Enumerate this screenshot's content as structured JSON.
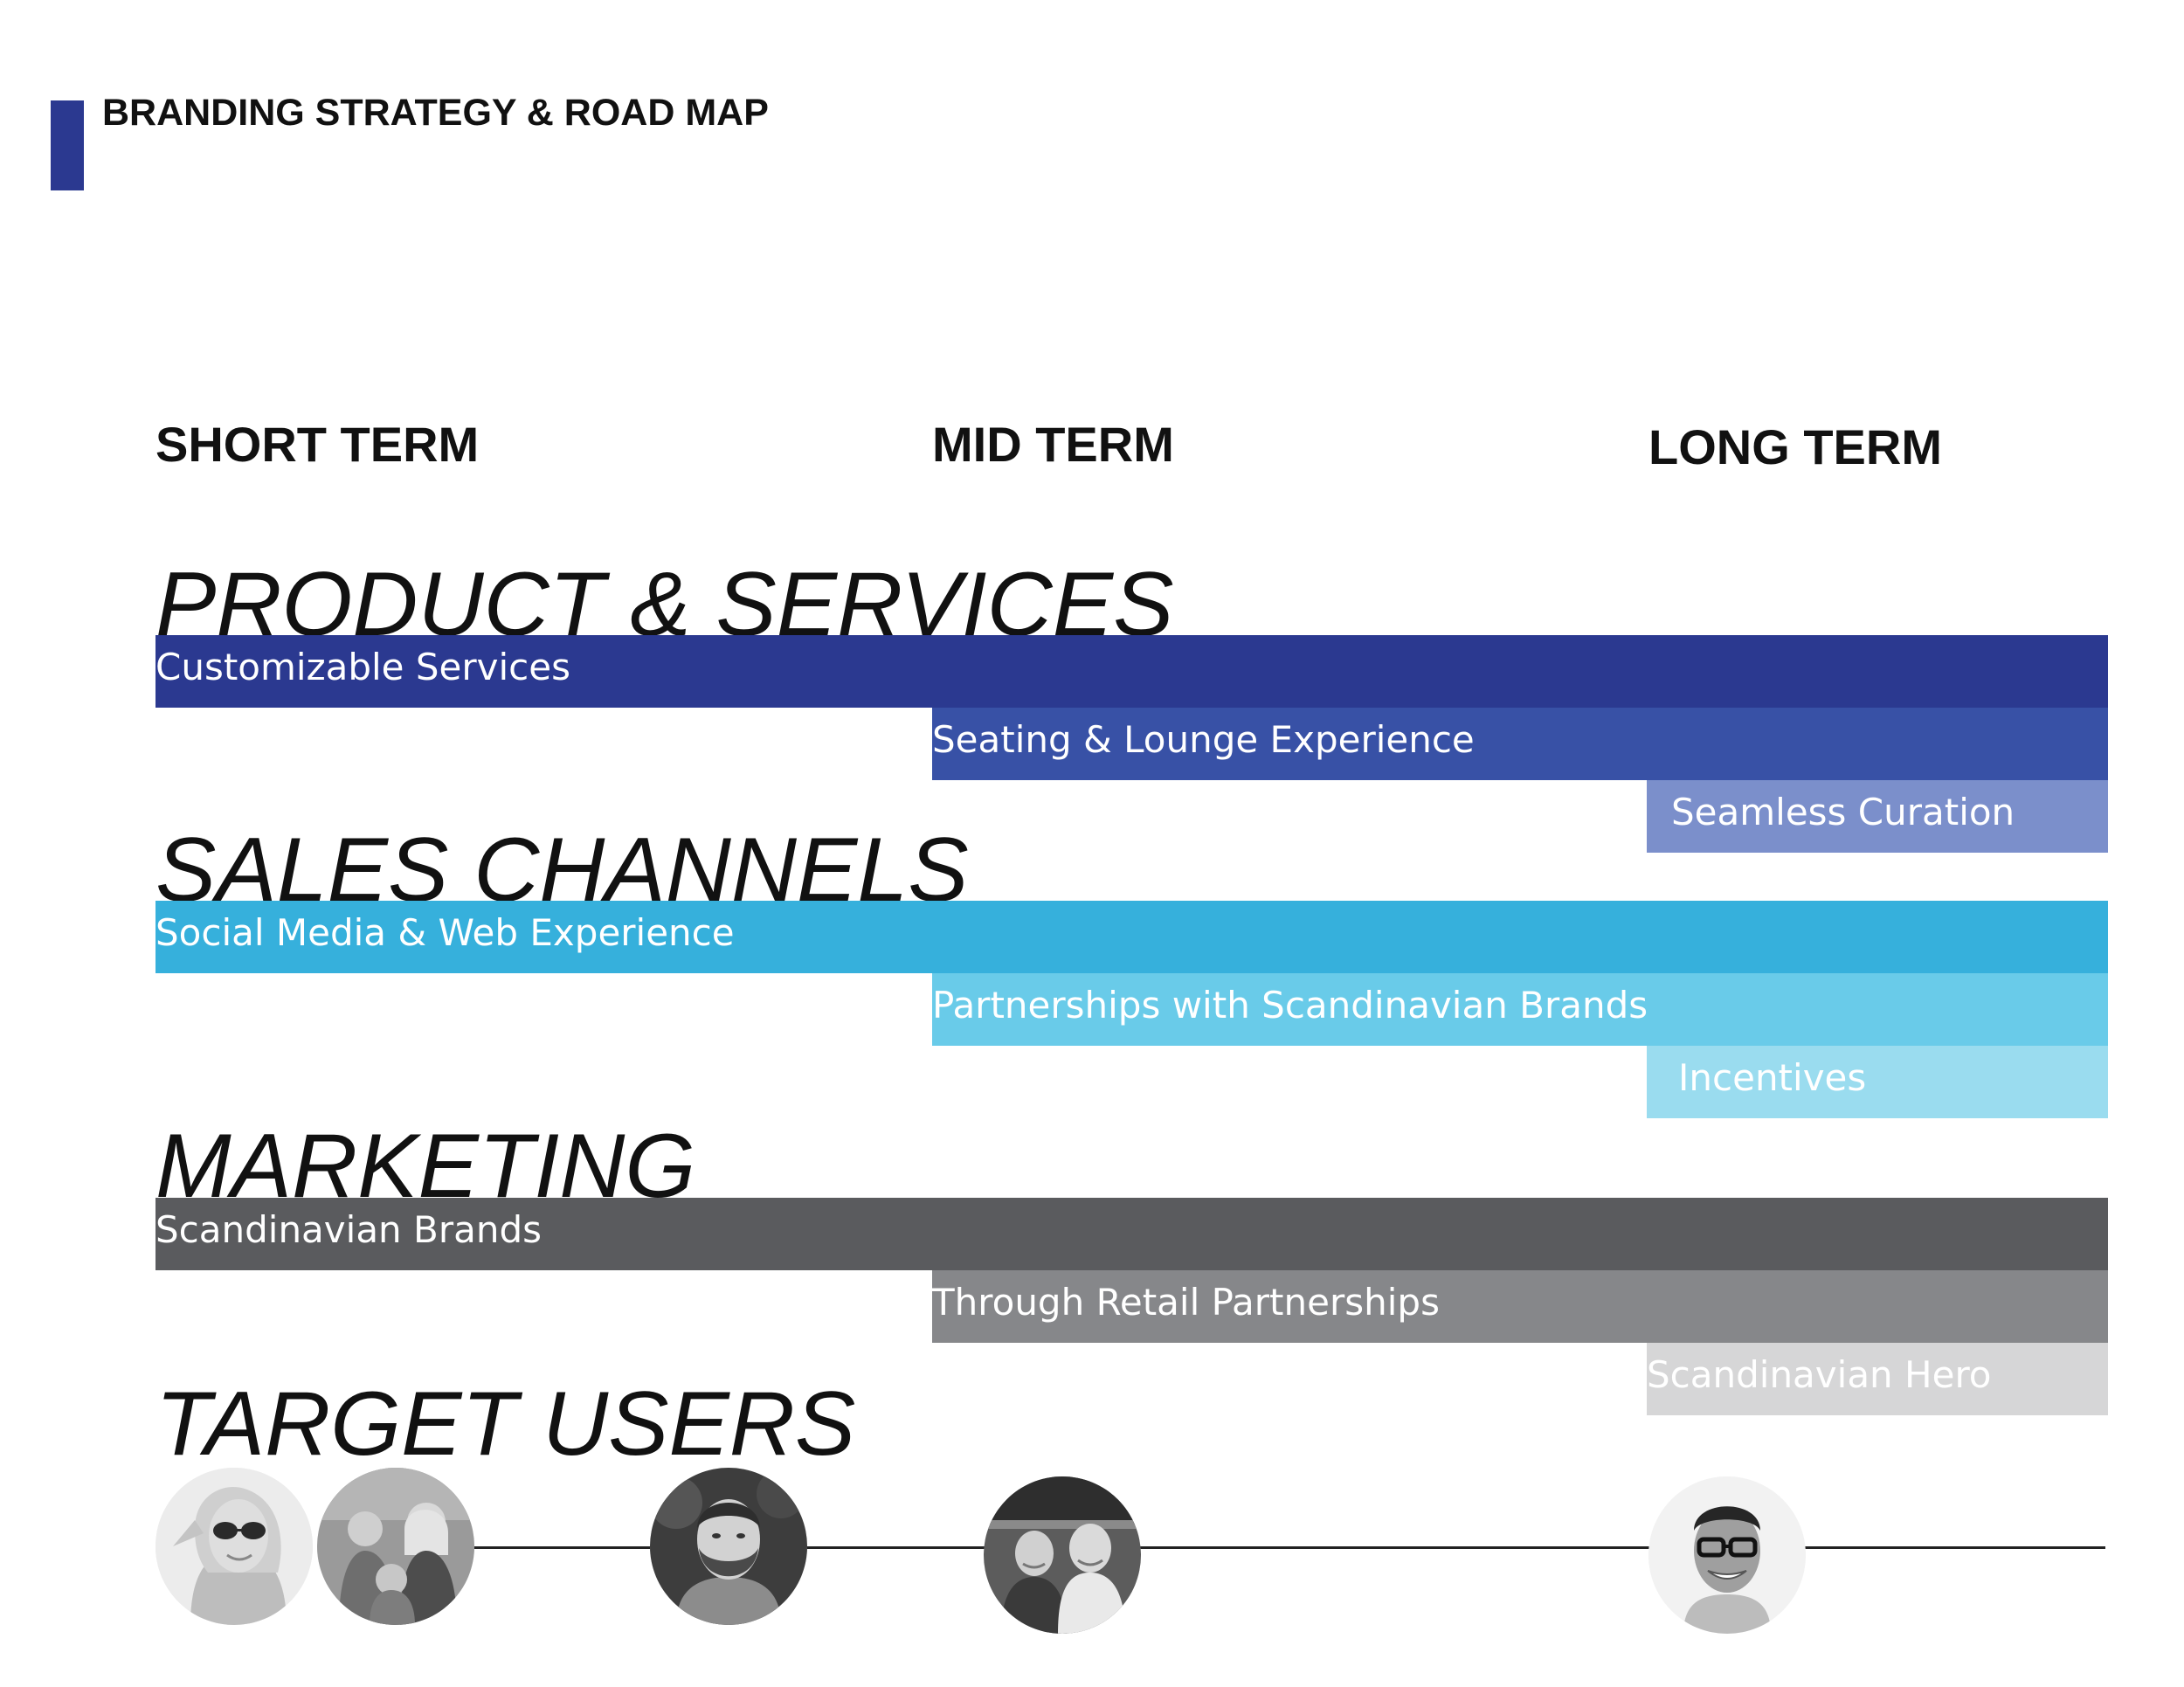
{
  "header": {
    "title": "BRANDING STRATEGY & ROAD MAP"
  },
  "terms": [
    "SHORT TERM",
    "MID TERM",
    "LONG TERM"
  ],
  "sections": [
    {
      "heading": "PRODUCT & SERVICES",
      "bars": [
        {
          "label": "Customizable Services",
          "start_term": "SHORT TERM",
          "color": "#2b3990",
          "text_color": "#ffffff"
        },
        {
          "label": "Seating & Lounge Experience",
          "start_term": "MID TERM",
          "color": "#3851a6",
          "text_color": "#ffffff"
        },
        {
          "label": "Seamless Curation",
          "start_term": "LONG TERM",
          "color": "#7b8fcb",
          "text_color": "#ffffff"
        }
      ]
    },
    {
      "heading": "SALES CHANNELS",
      "bars": [
        {
          "label": "Social Media & Web Experience",
          "start_term": "SHORT TERM",
          "color": "#36b0dc",
          "text_color": "#ffffff"
        },
        {
          "label": "Partnerships with Scandinavian Brands",
          "start_term": "MID TERM",
          "color": "#69cbe9",
          "text_color": "#ffffff"
        },
        {
          "label": "Incentives",
          "start_term": "LONG TERM",
          "color": "#9adcef",
          "text_color": "#ffffff"
        }
      ]
    },
    {
      "heading": "MARKETING",
      "bars": [
        {
          "label": "Scandinavian Brands",
          "start_term": "SHORT TERM",
          "color": "#5a5b5e",
          "text_color": "#ffffff"
        },
        {
          "label": "Through Retail Partnerships",
          "start_term": "MID TERM",
          "color": "#86878a",
          "text_color": "#ffffff"
        },
        {
          "label": "Scandinavian Hero",
          "start_term": "LONG TERM",
          "color": "#d6d6d7",
          "text_color": "#ffffff"
        }
      ]
    },
    {
      "heading": "TARGET USERS",
      "bars": []
    }
  ],
  "colors": {
    "accent": "#2b3990"
  },
  "target_users": [
    "young-woman-sunglasses",
    "family-group",
    "bearded-man",
    "two-older-men",
    "man-glasses-smiling"
  ]
}
